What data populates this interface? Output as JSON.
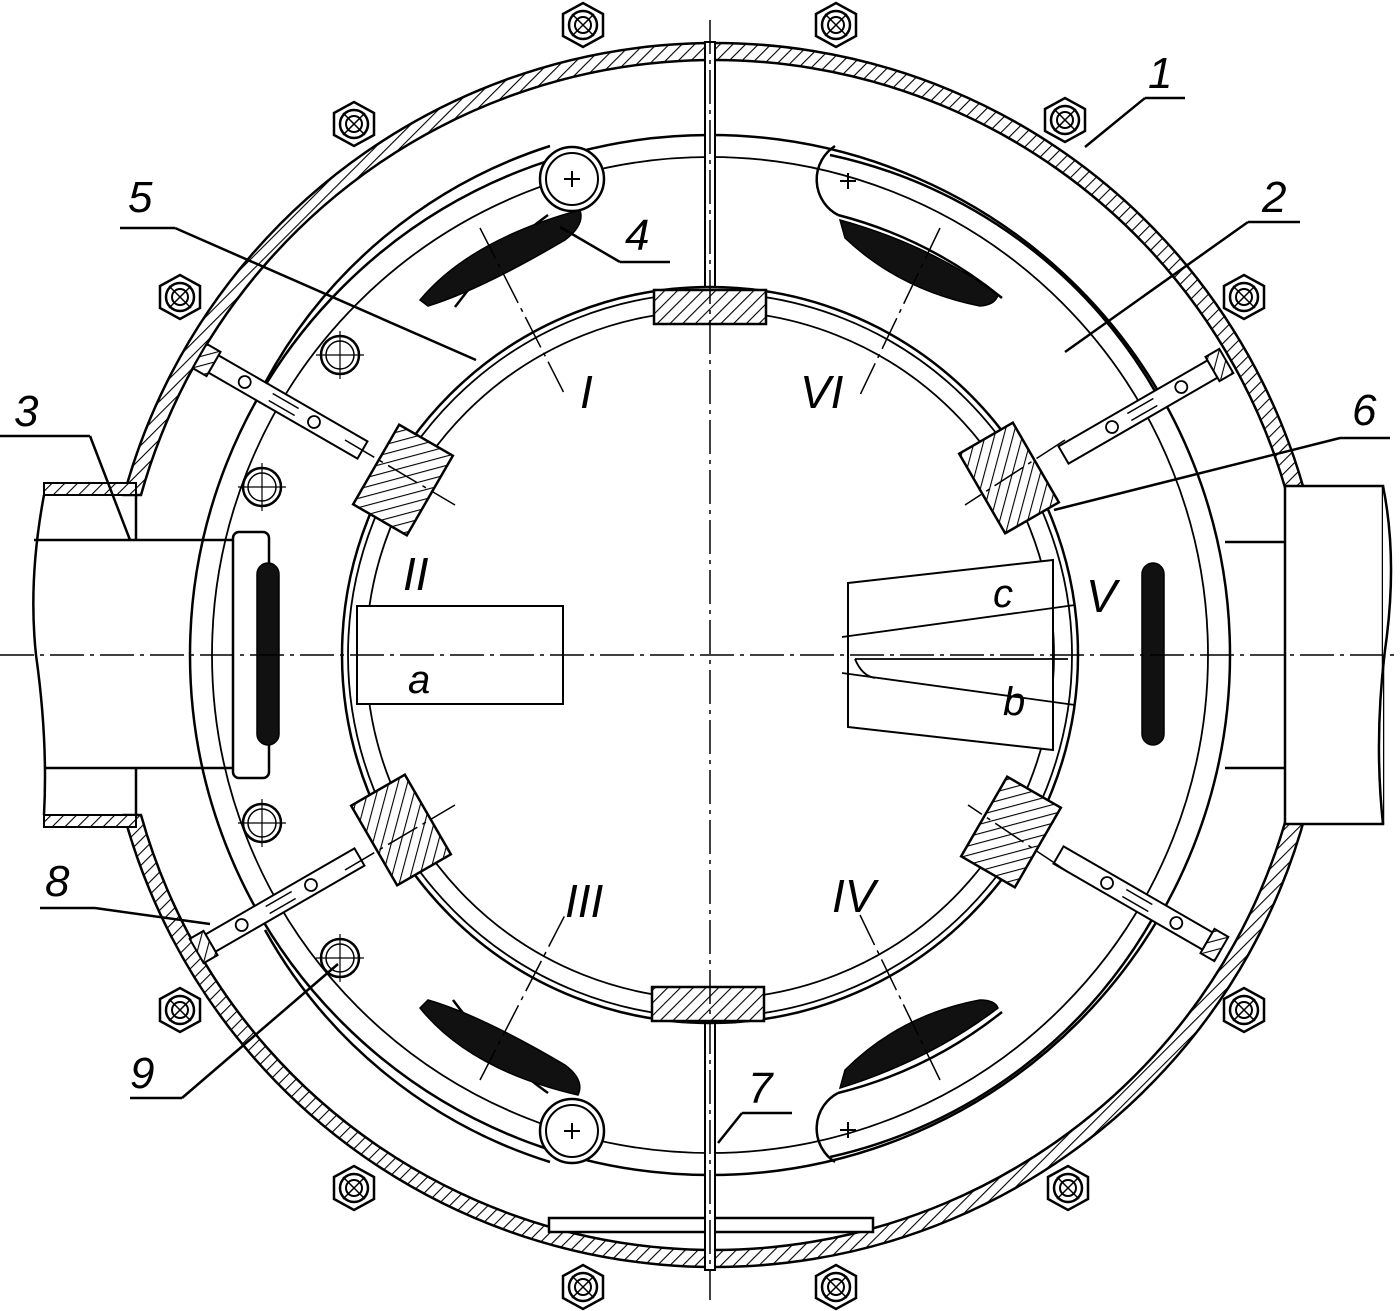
{
  "labels": {
    "n1": "1",
    "n2": "2",
    "n3": "3",
    "n4": "4",
    "n5": "5",
    "n6": "6",
    "n7": "7",
    "n8": "8",
    "n9": "9",
    "r1": "I",
    "r2": "II",
    "r3": "III",
    "r4": "IV",
    "r5": "V",
    "r6": "VI",
    "a": "a",
    "b": "b",
    "c": "c"
  },
  "colors": {
    "ink": "#000000",
    "paper": "#ffffff"
  }
}
